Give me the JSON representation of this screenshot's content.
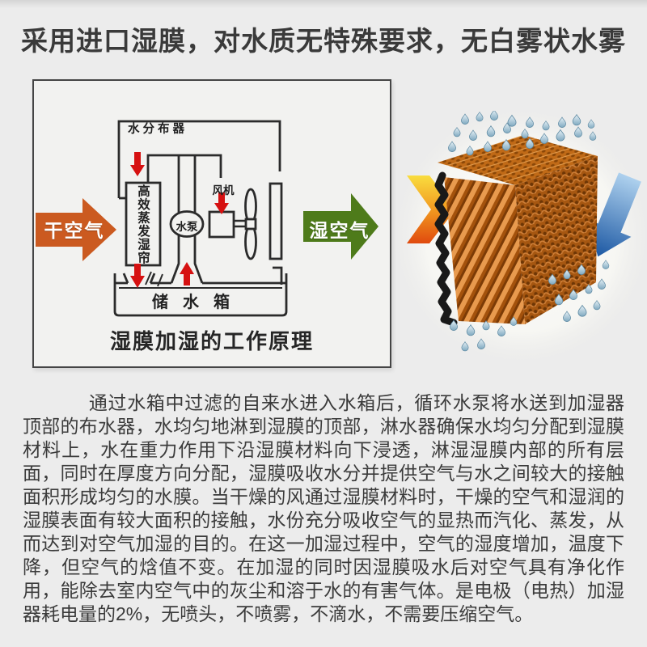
{
  "header": {
    "title": "采用进口湿膜，对水质无特殊要求，无白雾状水雾"
  },
  "diagram": {
    "caption": "湿膜加湿的工作原理",
    "labels": {
      "water_distributor": "水分布器",
      "wet_curtain": "高效蒸发湿帘",
      "water_pump": "水泵",
      "fan": "风机",
      "water_tank": "储水箱",
      "dry_air": "干空气",
      "wet_air": "湿空气"
    },
    "colors": {
      "line": "#2b2b2b",
      "flow_arrow_red": "#d61111",
      "dry_air_arrow_orange": "#cb5a20",
      "wet_air_arrow_green": "#4e7b1a",
      "box_background": "#f2f2f0",
      "box_border": "#454545"
    }
  },
  "illustration": {
    "colors": {
      "membrane_orange": "#d2741f",
      "membrane_dark_edge": "#191919",
      "hot_air_arrow": "#f29a20",
      "cold_wet_arrow": "#1c58a3",
      "water_droplet": "#7fa9c0"
    }
  },
  "article": {
    "text": "　　通过水箱中过滤的自来水进入水箱后，循环水泵将水送到加湿器顶部的布水器，水均匀地淋到湿膜的顶部，淋水器确保水均匀分配到湿膜材料上，水在重力作用下沿湿膜材料向下浸透，淋湿湿膜内部的所有层面，同时在厚度方向分配，湿膜吸收水分并提供空气与水之间较大的接触面积形成均匀的水膜。当干燥的风通过湿膜材料时，干燥的空气和湿润的湿膜表面有较大面积的接触，水份充分吸收空气的显热而汽化、蒸发，从而达到对空气加湿的目的。在这一加湿过程中，空气的湿度增加，温度下降，但空气的焓值不变。在加湿的同时因湿膜吸水后对空气具有净化作用，能除去室内空气中的灰尘和溶于水的有害气体。是电极（电热）加湿器耗电量的2%，无喷头，不喷雾，不滴水，不需要压缩空气。"
  }
}
